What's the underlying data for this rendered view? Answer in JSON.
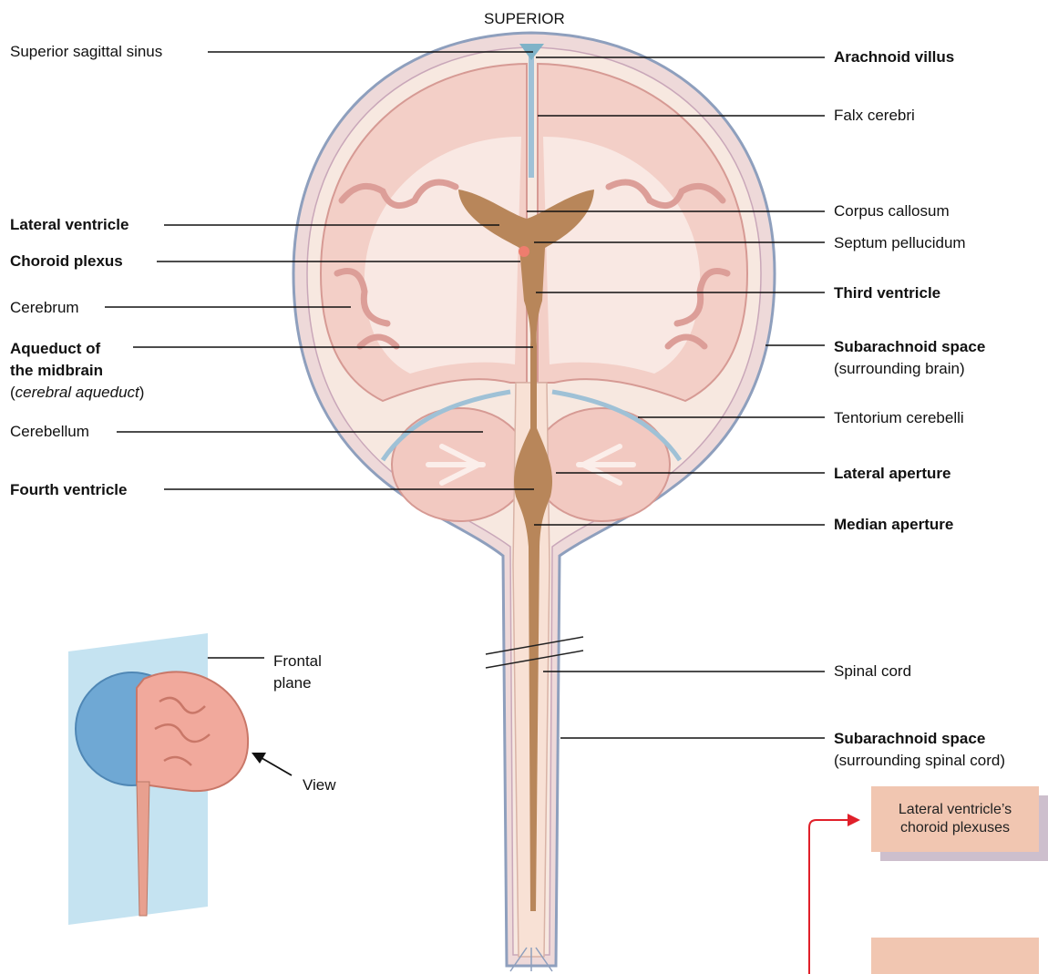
{
  "orientation": "SUPERIOR",
  "labels_left": {
    "superior_sagittal_sinus": "Superior sagittal sinus",
    "lateral_ventricle": "Lateral ventricle",
    "choroid_plexus": "Choroid plexus",
    "cerebrum": "Cerebrum",
    "aqueduct_1": "Aqueduct of",
    "aqueduct_2": "the midbrain",
    "aqueduct_3_open": "(",
    "aqueduct_3_italic": "cerebral aqueduct",
    "aqueduct_3_close": ")",
    "cerebellum": "Cerebellum",
    "fourth_ventricle": "Fourth ventricle"
  },
  "labels_right": {
    "arachnoid_villus": "Arachnoid villus",
    "falx_cerebri": "Falx cerebri",
    "corpus_callosum": "Corpus callosum",
    "septum_pellucidum": "Septum pellucidum",
    "third_ventricle": "Third ventricle",
    "subarachnoid_brain_1": "Subarachnoid space",
    "subarachnoid_brain_2": "(surrounding brain)",
    "tentorium_cerebelli": "Tentorium cerebelli",
    "lateral_aperture": "Lateral aperture",
    "median_aperture": "Median aperture",
    "spinal_cord": "Spinal cord",
    "subarachnoid_cord_1": "Subarachnoid space",
    "subarachnoid_cord_2": "(surrounding spinal cord)"
  },
  "inset": {
    "frontal_plane_1": "Frontal",
    "frontal_plane_2": "plane",
    "view": "View"
  },
  "flow": {
    "box1_line1": "Lateral ventricle’s",
    "box1_line2": "choroid plexuses"
  },
  "colors": {
    "tissue": "#f6e3da",
    "cortex": "#eebab2",
    "ventricle": "#b8865a",
    "meninges": "#9fc1d6",
    "flow_box": "#f1c6b1",
    "flow_arrow": "#e0202a"
  }
}
